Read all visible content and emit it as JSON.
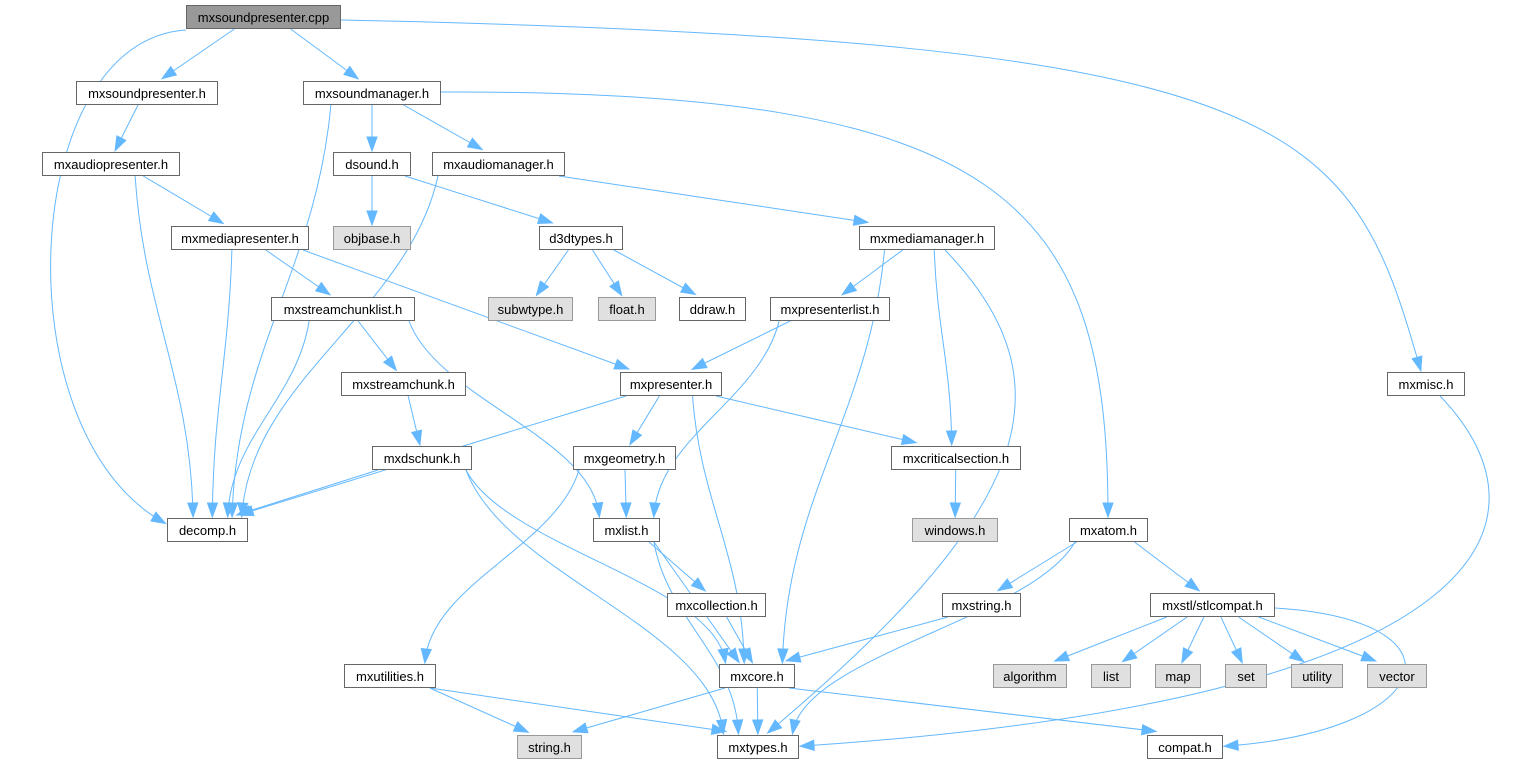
{
  "colors": {
    "edge": "#63b8ff",
    "root_fill": "#999999",
    "external_fill": "#e0e0e0",
    "node_border": "#666666"
  },
  "nodes": [
    {
      "id": "cpp",
      "label": "mxsoundpresenter.cpp",
      "kind": "root"
    },
    {
      "id": "msph",
      "label": "mxsoundpresenter.h",
      "kind": "normal"
    },
    {
      "id": "msmh",
      "label": "mxsoundmanager.h",
      "kind": "normal"
    },
    {
      "id": "maph",
      "label": "mxaudiopresenter.h",
      "kind": "normal"
    },
    {
      "id": "dsound",
      "label": "dsound.h",
      "kind": "normal"
    },
    {
      "id": "mamh",
      "label": "mxaudiomanager.h",
      "kind": "normal"
    },
    {
      "id": "mmph",
      "label": "mxmediapresenter.h",
      "kind": "normal"
    },
    {
      "id": "objbase",
      "label": "objbase.h",
      "kind": "external"
    },
    {
      "id": "d3d",
      "label": "d3dtypes.h",
      "kind": "normal"
    },
    {
      "id": "mmmh",
      "label": "mxmediamanager.h",
      "kind": "normal"
    },
    {
      "id": "subw",
      "label": "subwtype.h",
      "kind": "external"
    },
    {
      "id": "float",
      "label": "float.h",
      "kind": "external"
    },
    {
      "id": "ddraw",
      "label": "ddraw.h",
      "kind": "normal"
    },
    {
      "id": "mscl",
      "label": "mxstreamchunklist.h",
      "kind": "normal"
    },
    {
      "id": "mpl",
      "label": "mxpresenterlist.h",
      "kind": "normal"
    },
    {
      "id": "msc",
      "label": "mxstreamchunk.h",
      "kind": "normal"
    },
    {
      "id": "mp",
      "label": "mxpresenter.h",
      "kind": "normal"
    },
    {
      "id": "misc",
      "label": "mxmisc.h",
      "kind": "normal"
    },
    {
      "id": "dsc",
      "label": "mxdschunk.h",
      "kind": "normal"
    },
    {
      "id": "geom",
      "label": "mxgeometry.h",
      "kind": "normal"
    },
    {
      "id": "crit",
      "label": "mxcriticalsection.h",
      "kind": "normal"
    },
    {
      "id": "decomp",
      "label": "decomp.h",
      "kind": "normal"
    },
    {
      "id": "list_h",
      "label": "mxlist.h",
      "kind": "normal"
    },
    {
      "id": "windows",
      "label": "windows.h",
      "kind": "external"
    },
    {
      "id": "atom",
      "label": "mxatom.h",
      "kind": "normal"
    },
    {
      "id": "coll",
      "label": "mxcollection.h",
      "kind": "normal"
    },
    {
      "id": "mstr",
      "label": "mxstring.h",
      "kind": "normal"
    },
    {
      "id": "stl",
      "label": "mxstl/stlcompat.h",
      "kind": "normal"
    },
    {
      "id": "util",
      "label": "mxutilities.h",
      "kind": "normal"
    },
    {
      "id": "core",
      "label": "mxcore.h",
      "kind": "normal"
    },
    {
      "id": "algorithm",
      "label": "algorithm",
      "kind": "external"
    },
    {
      "id": "list",
      "label": "list",
      "kind": "external"
    },
    {
      "id": "map",
      "label": "map",
      "kind": "external"
    },
    {
      "id": "set",
      "label": "set",
      "kind": "external"
    },
    {
      "id": "utility",
      "label": "utility",
      "kind": "external"
    },
    {
      "id": "vector",
      "label": "vector",
      "kind": "external"
    },
    {
      "id": "string",
      "label": "string.h",
      "kind": "external"
    },
    {
      "id": "types",
      "label": "mxtypes.h",
      "kind": "normal"
    },
    {
      "id": "compat",
      "label": "compat.h",
      "kind": "normal"
    }
  ],
  "edges": [
    [
      "cpp",
      "msph"
    ],
    [
      "cpp",
      "msmh"
    ],
    [
      "cpp",
      "decomp"
    ],
    [
      "cpp",
      "misc"
    ],
    [
      "msph",
      "maph"
    ],
    [
      "msmh",
      "decomp"
    ],
    [
      "msmh",
      "dsound"
    ],
    [
      "msmh",
      "mamh"
    ],
    [
      "msmh",
      "atom"
    ],
    [
      "maph",
      "decomp"
    ],
    [
      "maph",
      "mmph"
    ],
    [
      "dsound",
      "objbase"
    ],
    [
      "dsound",
      "d3d"
    ],
    [
      "mamh",
      "decomp"
    ],
    [
      "mamh",
      "mmmh"
    ],
    [
      "mmph",
      "decomp"
    ],
    [
      "mmph",
      "mscl"
    ],
    [
      "mmph",
      "mp"
    ],
    [
      "d3d",
      "subw"
    ],
    [
      "d3d",
      "float"
    ],
    [
      "d3d",
      "ddraw"
    ],
    [
      "mmmh",
      "mpl"
    ],
    [
      "mmmh",
      "core"
    ],
    [
      "mmmh",
      "crit"
    ],
    [
      "mmmh",
      "types"
    ],
    [
      "mscl",
      "decomp"
    ],
    [
      "mscl",
      "msc"
    ],
    [
      "mscl",
      "list_h"
    ],
    [
      "mpl",
      "mp"
    ],
    [
      "mpl",
      "list_h"
    ],
    [
      "msc",
      "dsc"
    ],
    [
      "mp",
      "decomp"
    ],
    [
      "mp",
      "geom"
    ],
    [
      "mp",
      "crit"
    ],
    [
      "mp",
      "core"
    ],
    [
      "misc",
      "types"
    ],
    [
      "dsc",
      "decomp"
    ],
    [
      "dsc",
      "core"
    ],
    [
      "dsc",
      "types"
    ],
    [
      "geom",
      "list_h"
    ],
    [
      "geom",
      "util"
    ],
    [
      "crit",
      "windows"
    ],
    [
      "list_h",
      "coll"
    ],
    [
      "list_h",
      "core"
    ],
    [
      "list_h",
      "types"
    ],
    [
      "atom",
      "mstr"
    ],
    [
      "atom",
      "stl"
    ],
    [
      "atom",
      "types"
    ],
    [
      "coll",
      "core"
    ],
    [
      "mstr",
      "core"
    ],
    [
      "stl",
      "algorithm"
    ],
    [
      "stl",
      "list"
    ],
    [
      "stl",
      "map"
    ],
    [
      "stl",
      "set"
    ],
    [
      "stl",
      "utility"
    ],
    [
      "stl",
      "vector"
    ],
    [
      "stl",
      "compat"
    ],
    [
      "util",
      "string"
    ],
    [
      "util",
      "types"
    ],
    [
      "core",
      "string"
    ],
    [
      "core",
      "types"
    ],
    [
      "core",
      "compat"
    ]
  ]
}
